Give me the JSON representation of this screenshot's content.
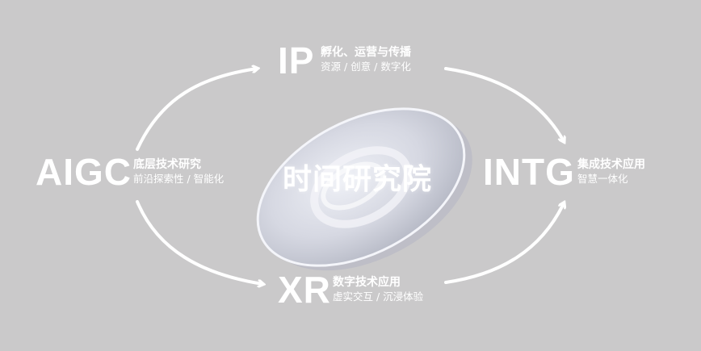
{
  "center": {
    "title": "时间研究院"
  },
  "nodes": {
    "ip": {
      "code": "IP",
      "line1": "孵化、运营与传播",
      "line2": "资源 / 创意 / 数字化"
    },
    "aigc": {
      "code": "AIGC",
      "line1": "底层技术研究",
      "line2": "前沿探索性 / 智能化"
    },
    "intg": {
      "code": "INTG",
      "line1": "集成技术应用",
      "line2": "智慧一体化"
    },
    "xr": {
      "code": "XR",
      "line1": "数字技术应用",
      "line2": "虚实交互 / 沉浸体验"
    }
  },
  "colors": {
    "background": "#cac9ca",
    "foreground": "#ffffff"
  }
}
